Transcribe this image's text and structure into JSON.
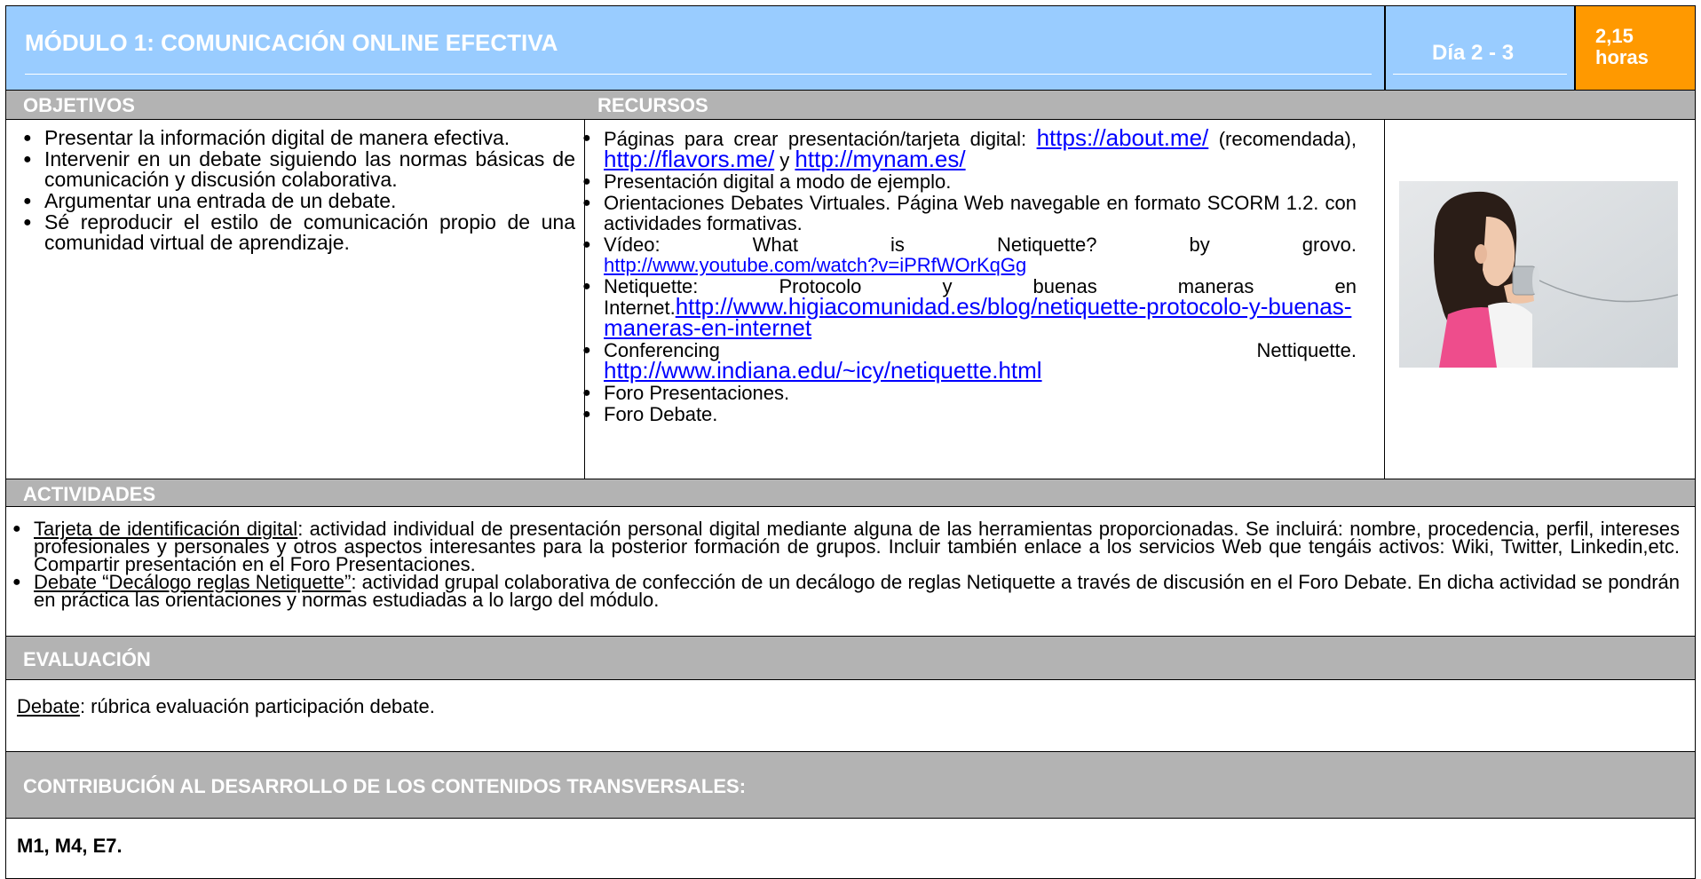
{
  "header": {
    "title": "MÓDULO 1:  COMUNICACIÓN ONLINE EFECTIVA",
    "days": "Día 2 - 3",
    "hours_line1": "2,15",
    "hours_line2": "horas"
  },
  "objetivos": {
    "label": "OBJETIVOS",
    "items": [
      "Presentar la información digital de manera efectiva.",
      "Intervenir en un debate siguiendo las normas básicas de comunicación y discusión colaborativa.",
      "Argumentar una entrada de un debate.",
      "Sé reproducir el estilo de comunicación propio de una comunidad virtual de aprendizaje."
    ]
  },
  "recursos": {
    "label": "RECURSOS",
    "item1_text": "Páginas para crear presentación/tarjeta digital: ",
    "item1_link1": "https://about.me/",
    "item1_mid": " (recomendada), ",
    "item1_link2": "http://flavors.me/",
    "item1_and": " y ",
    "item1_link3": "http://mynam.es/",
    "item2": "Presentación digital a modo de ejemplo.",
    "item3": "Orientaciones Debates Virtuales. Página Web navegable en formato SCORM 1.2. con actividades formativas.",
    "item4_text": "Vídeo: What is Netiquette? by grovo.",
    "item4_link": "http://www.youtube.com/watch?v=iPRfWOrKqGg",
    "item5_text": "Netiquette: Protocolo y buenas maneras en Internet.",
    "item5_link": "http://www.higiacomunidad.es/blog/netiquette-protocolo-y-buenas-maneras-en-internet",
    "item6_text": "Conferencing Nettiquette.",
    "item6_link": "http://www.indiana.edu/~icy/netiquette.html",
    "item7": "Foro Presentaciones.",
    "item8": "Foro Debate."
  },
  "actividades": {
    "label": "ACTIVIDADES",
    "item1_title": "Tarjeta de identificación digital",
    "item1_text": ": actividad individual de presentación personal digital mediante alguna de las herramientas proporcionadas. Se incluirá: nombre, procedencia, perfil, intereses profesionales y personales y otros aspectos interesantes para la posterior formación de grupos. Incluir también enlace  a los servicios Web que tengáis activos: Wiki, Twitter, Linkedin,etc. Compartir presentación en el Foro Presentaciones.",
    "item2_title": "Debate “Decálogo reglas Netiquette”",
    "item2_text": ": actividad grupal colaborativa de confección de un decálogo de reglas Netiquette a través de discusión en el Foro Debate. En dicha actividad se pondrán en práctica las orientaciones y normas estudiadas a lo largo del módulo."
  },
  "evaluacion": {
    "label": "EVALUACIÓN",
    "title": "Debate",
    "text": ": rúbrica evaluación participación debate."
  },
  "contribucion": {
    "label": "CONTRIBUCIÓN AL DESARROLLO DE LOS CONTENIDOS TRANSVERSALES:",
    "value": "M1, M4, E7."
  },
  "colors": {
    "title_bg": "#99ccff",
    "hours_bg": "#ff9900",
    "section_bg": "#b3b3b3",
    "link": "#0000ff"
  }
}
